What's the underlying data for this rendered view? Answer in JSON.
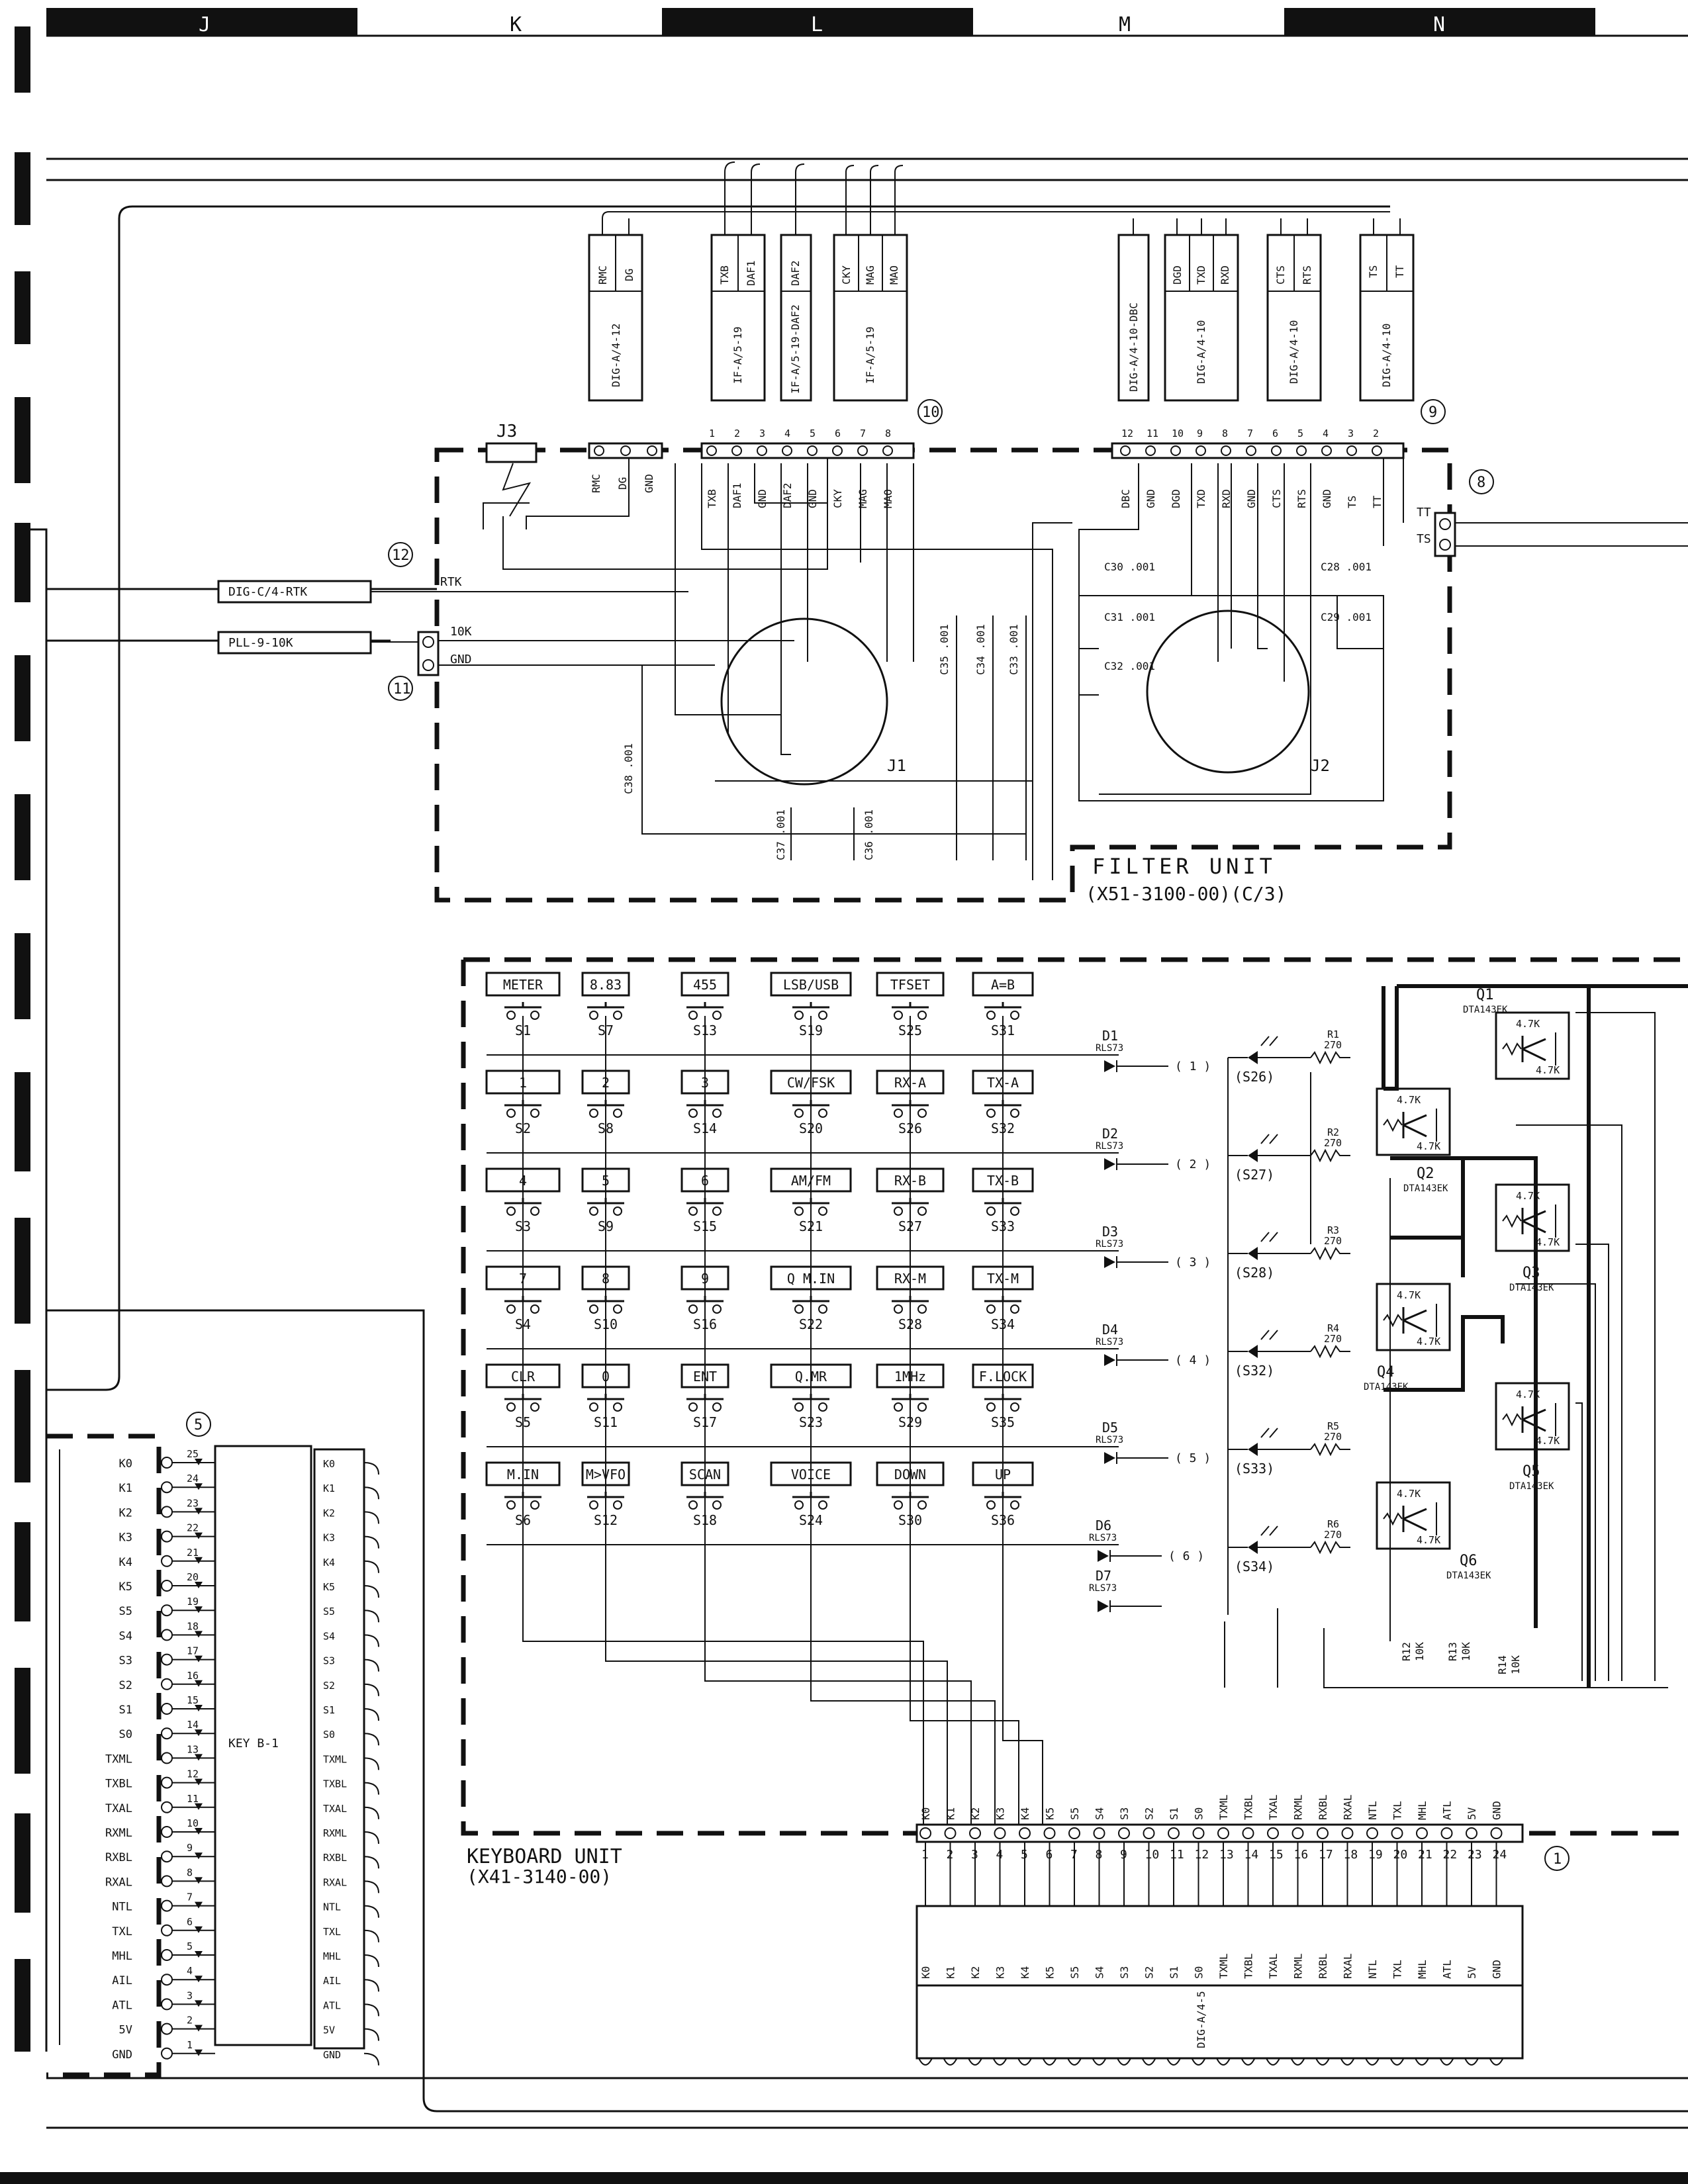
{
  "grid_columns": [
    "J",
    "K",
    "L",
    "M",
    "N"
  ],
  "filter_unit": {
    "title": "FILTER  UNIT",
    "part_no": "(X51-3100-00)(C/3)",
    "connectors": {
      "c8": "8",
      "c9": "9",
      "c10": "10",
      "c11": "11",
      "c12": "12"
    },
    "cables": [
      {
        "id": "DIG-A/4-12",
        "pins": [
          "RMC",
          "DG"
        ]
      },
      {
        "id": "IF-A/5-19",
        "pins": [
          "TXB",
          "DAF1"
        ]
      },
      {
        "id": "IF-A/5-19-DAF2",
        "pins": [
          "DAF2"
        ]
      },
      {
        "id": "IF-A/5-19",
        "pins": [
          "CKY",
          "MAG",
          "MAO"
        ]
      },
      {
        "id": "DIG-A/4-10-DBC",
        "pins": [
          "DBC"
        ]
      },
      {
        "id": "DIG-A/4-10",
        "pins": [
          "DGD",
          "TXD",
          "RXD"
        ]
      },
      {
        "id": "DIG-A/4-10",
        "pins": [
          "CTS",
          "RTS"
        ]
      },
      {
        "id": "DIG-A/4-10",
        "pins": [
          "TS",
          "TT"
        ]
      }
    ],
    "j3": "J3",
    "j3_pins": [
      "RMC",
      "DG",
      "GND"
    ],
    "header10": [
      "TXB",
      "DAF1",
      "GND",
      "DAF2",
      "GND",
      "CKY",
      "MAG",
      "MAO"
    ],
    "header9": [
      "DBC",
      "GND",
      "DGD",
      "TXD",
      "RXD",
      "GND",
      "CTS",
      "RTS",
      "GND",
      "TS",
      "TT"
    ],
    "c8_pins": [
      "TT",
      "TS"
    ],
    "rtk_label": "RTK",
    "rtk_cable": "DIG-C/4-RTK",
    "pll_cable": "PLL-9-10K",
    "c11_pins": [
      "10K",
      "GND"
    ],
    "caps": [
      "C30 .001",
      "C31 .001",
      "C32 .001",
      "C28 .001",
      "C29 .001",
      "C35 .001",
      "C34 .001",
      "C33 .001",
      "C38 .001",
      "C37 .001",
      "C36 .001"
    ],
    "j1": "J1",
    "j2": "J2"
  },
  "keyboard_unit": {
    "title": "KEYBOARD UNIT",
    "part_no": "(X41-3140-00)",
    "keys": [
      [
        "METER",
        "8.83",
        "455",
        "LSB/USB",
        "TFSET",
        "A=B"
      ],
      [
        "1",
        "2",
        "3",
        "CW/FSK",
        "RX-A",
        "TX-A"
      ],
      [
        "4",
        "5",
        "6",
        "AM/FM",
        "RX-B",
        "TX-B"
      ],
      [
        "7",
        "8",
        "9",
        "Q M.IN",
        "RX-M",
        "TX-M"
      ],
      [
        "CLR",
        "0",
        "ENT",
        "Q.MR",
        "1MHz",
        "F.LOCK"
      ],
      [
        "M.IN",
        "M>VFO",
        "SCAN",
        "VOICE",
        "DOWN",
        "UP"
      ]
    ],
    "switches": [
      [
        "S1",
        "S7",
        "S13",
        "S19",
        "S25",
        "S31"
      ],
      [
        "S2",
        "S8",
        "S14",
        "S20",
        "S26",
        "S32"
      ],
      [
        "S3",
        "S9",
        "S15",
        "S21",
        "S27",
        "S33"
      ],
      [
        "S4",
        "S10",
        "S16",
        "S22",
        "S28",
        "S34"
      ],
      [
        "S5",
        "S11",
        "S17",
        "S23",
        "S29",
        "S35"
      ],
      [
        "S6",
        "S12",
        "S18",
        "S24",
        "S30",
        "S36"
      ]
    ],
    "diodes": [
      "D1",
      "D2",
      "D3",
      "D4",
      "D5",
      "D6",
      "D7"
    ],
    "diode_type": "RLS73",
    "leds": [
      "(S26)",
      "(S27)",
      "(S28)",
      "(S32)",
      "(S33)",
      "(S34)"
    ],
    "resistors": [
      "R1",
      "R2",
      "R3",
      "R4",
      "R5",
      "R6"
    ],
    "res_val": "270",
    "transistors": [
      "Q1",
      "Q2",
      "Q3",
      "Q4",
      "Q5",
      "Q6"
    ],
    "tr_type": "DTA143EK",
    "tr_res": "4.7K",
    "pullups": [
      {
        "name": "R12",
        "val": "10K"
      },
      {
        "name": "R13",
        "val": "10K"
      },
      {
        "name": "R14",
        "val": "10K"
      }
    ],
    "connector1": "1",
    "header1": [
      "K0",
      "K1",
      "K2",
      "K3",
      "K4",
      "K5",
      "S5",
      "S4",
      "S3",
      "S2",
      "S1",
      "S0",
      "TXML",
      "TXBL",
      "TXAL",
      "RXML",
      "RXBL",
      "RXAL",
      "NTL",
      "TXL",
      "MHL",
      "ATL",
      "5V",
      "GND"
    ],
    "cable_bottom": "DIG-A/4-5"
  },
  "key_board_5": {
    "connector": "5",
    "module": "KEY B-1",
    "pins": [
      "K0",
      "K1",
      "K2",
      "K3",
      "K4",
      "K5",
      "S5",
      "S4",
      "S3",
      "S2",
      "S1",
      "S0",
      "TXML",
      "TXBL",
      "TXAL",
      "RXML",
      "RXBL",
      "RXAL",
      "NTL",
      "TXL",
      "MHL",
      "AIL",
      "ATL",
      "5V",
      "GND"
    ],
    "pin_numbers": [
      "25",
      "24",
      "23",
      "22",
      "21",
      "20",
      "19",
      "18",
      "17",
      "16",
      "15",
      "14",
      "13",
      "12",
      "11",
      "10",
      "9",
      "8",
      "7",
      "6",
      "5",
      "4",
      "3",
      "2",
      "1"
    ],
    "module_pins": [
      "K0",
      "K1",
      "K2",
      "K3",
      "K4",
      "K5",
      "S5",
      "S4",
      "S3",
      "S2",
      "S1",
      "S0",
      "TXML",
      "TXBL",
      "TXAL",
      "RXML",
      "RXBL",
      "RXAL",
      "NTL",
      "TXL",
      "MHL",
      "AIL",
      "ATL",
      "5V",
      "GND"
    ]
  }
}
